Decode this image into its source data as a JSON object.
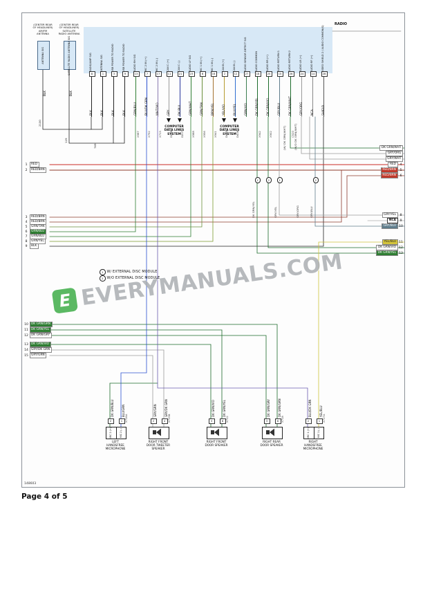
{
  "page": {
    "footer": "Page 4 of 5",
    "sheet_code": "148603"
  },
  "watermark": {
    "text": "EVERYMANUALS.COM",
    "logo_letter": "E",
    "logo_color": "#3fae49"
  },
  "radio": {
    "label": "RADIO",
    "pins": [
      {
        "signal": "RADIO/AMP SIG",
        "pin": "8",
        "color": "BLK"
      },
      {
        "signal": "ANTENNA SIG",
        "pin": "1",
        "color": "BLK"
      },
      {
        "signal": "USB POWER TO RADIO",
        "pin": "3",
        "color": "BLK"
      },
      {
        "signal": "USB POWER TO RADIO",
        "pin": "9",
        "color": "BLK"
      },
      {
        "signal": "AUDIO RH SIG",
        "pin": "13",
        "color": "GRN/BLU",
        "code": "X987"
      },
      {
        "signal": "MIC 2 IN (+)",
        "pin": "7",
        "color": "BLU/DK GRN",
        "code": "X752"
      },
      {
        "signal": "MIC 2 IN (-)",
        "pin": "17",
        "color": "WHT/VIO",
        "code": "X713"
      },
      {
        "signal": "CAN C (+)",
        "pin": "11",
        "color": "GRY",
        "code": "D208"
      },
      {
        "signal": "CAN C (-)",
        "pin": "21",
        "color": "DK BLU",
        "code": "D207"
      },
      {
        "signal": "AUDIO LF SIG",
        "pin": "23",
        "color": "GRN/WHT",
        "code": "X988"
      },
      {
        "signal": "MIC 1 IN (+)",
        "pin": "6",
        "color": "GRN/TAN",
        "code": "X956"
      },
      {
        "signal": "MIC 1 IN (-)",
        "pin": "16",
        "color": "BRN/YEL",
        "code": "X941"
      },
      {
        "signal": "CAN B (+)",
        "pin": "2",
        "color": "YEL/VIO",
        "code": "D415"
      },
      {
        "signal": "CAN B (-)",
        "pin": "12",
        "color": "BLU/YEL",
        "code": "D406"
      },
      {
        "signal": "AUDIO SENSOR DETECT SIG",
        "pin": "27",
        "color": "GRN/VIO"
      },
      {
        "signal": "AUDIO COMMON",
        "pin": "18",
        "color": "DK GRN/YEL",
        "code": "X942"
      },
      {
        "signal": "AUDIO RR (+)",
        "pin": "25",
        "color": "DK GRN/VIO",
        "code": "X902"
      },
      {
        "signal": "AUDIO RETURN 1",
        "pin": "15",
        "color": "GRY/BLU"
      },
      {
        "signal": "AUDIO RETURN 2",
        "pin": "26",
        "color": "DK GRN/WHT",
        "code": "C520"
      },
      {
        "signal": "AUDIO LR (+)",
        "pin": "24",
        "color": "GRY/ORG"
      },
      {
        "signal": "AUDIO RF (+)",
        "pin": "14",
        "color": "NCA"
      },
      {
        "signal": "VIDEO SHIELD 2 / AUDIO COMMON(S)",
        "pin": "28",
        "color": "SHIELD"
      }
    ]
  },
  "antennas": [
    {
      "caption": "(CENTER REAR\nOF HEADLINER)\nAM/FM\nANTENNA",
      "box_label": "ANTENNA SIG",
      "wire_color": "BLK"
    },
    {
      "caption": "(CENTER REAR\nOF HEADLINER)\nSATELLITE\nRADIO ANTENNA",
      "box_label": "SATELLITE RADIO ANTENNA SIG",
      "wire_color": "BLK"
    }
  ],
  "computer_systems": [
    {
      "label": "COMPUTER\nDATA LINES\nSYSTEM"
    },
    {
      "label": "COMPUTER\nDATA LINES\nSYSTEM"
    }
  ],
  "notes": [
    {
      "num": "1",
      "text": "W/ EXTERNAL DISC MODULE"
    },
    {
      "num": "2",
      "text": "W/O EXTERNAL DISC MODULE"
    }
  ],
  "note_markers": [
    {
      "num": "1"
    },
    {
      "num": "2"
    },
    {
      "num": "1"
    },
    {
      "num": "2"
    }
  ],
  "left_labels": {
    "group1": [
      {
        "num": "1",
        "label": "RED"
      },
      {
        "num": "2",
        "label": "RED/BRN"
      }
    ],
    "group2": [
      {
        "num": "3",
        "label": "RED/BRN"
      },
      {
        "num": "4",
        "label": "RED/BRN"
      },
      {
        "num": "5",
        "label": "GRN/TAN"
      },
      {
        "num": "6",
        "label": "GRN/BLU",
        "bg": "#2e7d32",
        "fg": "#ffffff"
      },
      {
        "num": "7",
        "label": "GRN/BLU"
      },
      {
        "num": "8",
        "label": "GRN/YEL"
      },
      {
        "num": "9",
        "label": "BLK"
      }
    ],
    "group3": [
      {
        "num": "10",
        "label": "DK GRN/GRN",
        "bg": "#2e7d32",
        "fg": "#ffffff"
      },
      {
        "num": "11",
        "label": "DK GRN/YEL",
        "bg": "#2e7d32",
        "fg": "#ffffff"
      },
      {
        "num": "12",
        "label": "DK GRN/GRY"
      },
      {
        "num": "13",
        "label": "DK GRN/VIO",
        "bg": "#2e7d32",
        "fg": "#ffffff"
      },
      {
        "num": "14",
        "label": "GRY/DK GRN"
      },
      {
        "num": "15",
        "label": "GRY/GRN"
      }
    ]
  },
  "right_labels": {
    "group1": [
      {
        "label": "DK GRN/WHT"
      },
      {
        "label": "GRY/ORG"
      },
      {
        "label": "GRY/WHT"
      },
      {
        "label": "RED",
        "num": "4"
      },
      {
        "label": "RED/BRN",
        "num": "5",
        "bg": "#c0392b",
        "fg": "#ffffff"
      },
      {
        "label": "RED/BRN",
        "num": "6",
        "bg": "#c0392b",
        "fg": "#ffffff"
      }
    ],
    "group2": [
      {
        "label": "GRY/YEL",
        "num": "8"
      },
      {
        "label": "NCA",
        "num": "9",
        "boxed": true
      },
      {
        "label": "GRY/BLU",
        "num": "10",
        "bg": "#5f7d8c",
        "fg": "#ffffff"
      }
    ],
    "group3": [
      {
        "label": "YEL/BLU",
        "num": "11",
        "bg": "#d4c43a",
        "fg": "#222222"
      },
      {
        "label": "DK GRN/VIO",
        "num": "12"
      },
      {
        "label": "DK GRN/YEL",
        "num": "13",
        "bg": "#2e7d32",
        "fg": "#ffffff"
      }
    ]
  },
  "mid_labels": [
    "2100",
    "129",
    "769",
    "DK GRN/YEL",
    "GRY/YEL",
    "GRY/ORG",
    "GRY/BLU",
    "(W/ DK GRN/WHT)",
    "(W/O DK GRN/WHT)"
  ],
  "components": [
    {
      "name": "LEFT\nHANDSFREE\nMICROPHONE",
      "type": "mic",
      "code": "X716A",
      "cells": [
        "MIC 2 (+)",
        "MIC 2 (-)"
      ],
      "wires": [
        {
          "label": "DK GRN/BLU",
          "pin": "2"
        },
        {
          "label": "BLU/GRN",
          "pin": "1"
        }
      ]
    },
    {
      "name": "RIGHT FRONT\nDOOR TWEETER\nSPEAKER",
      "type": "speaker",
      "code": "X715B",
      "wires": [
        {
          "label": "GRY/GRN",
          "pin": "2"
        },
        {
          "label": "GRY/DK GRN",
          "pin": "4"
        }
      ]
    },
    {
      "name": "RIGHT FRONT\nDOOR SPEAKER",
      "type": "speaker",
      "code": "X712",
      "wires": [
        {
          "label": "DK GRN/VIO",
          "pin": "3"
        },
        {
          "label": "DK GRN/YEL",
          "pin": "6"
        }
      ]
    },
    {
      "name": "RIGHT REAR\nDOOR SPEAKER",
      "type": "speaker",
      "code": "X718",
      "wires": [
        {
          "label": "DK GRN/GRY",
          "pin": "3"
        },
        {
          "label": "DK GRN/GRN",
          "pin": "6"
        }
      ]
    },
    {
      "name": "RIGHT\nHANDSFREE\nMICROPHONE",
      "type": "mic",
      "code": "X717A",
      "cells": [
        "MIC 1 (+)",
        "MIC 1 (-)"
      ],
      "wires": [
        {
          "label": "BLU/DK GRN",
          "pin": "2"
        },
        {
          "label": "YEL/BLU",
          "pin": "1"
        }
      ]
    }
  ]
}
